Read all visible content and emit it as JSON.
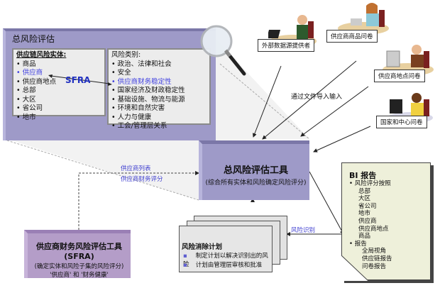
{
  "main_panel": {
    "title": "总风险评估",
    "entities": {
      "heading": "供应链风险实体:",
      "items": [
        "商品",
        "供应商",
        "供应商地点",
        "总部",
        "大区",
        "省公司",
        "地市"
      ],
      "highlighted_index": 1
    },
    "categories": {
      "heading": "风险类别:",
      "items": [
        "政治、法律和社会",
        "安全",
        "供应商财务稳定性",
        "国家经济及财政稳定性",
        "基础设施、物流与能源",
        "环境和自然灾害",
        "人力与健康",
        "工会/管理层关系"
      ],
      "highlighted_index": 2
    },
    "link_label": "SFRA"
  },
  "sources": [
    {
      "label": "外部数据源提供者",
      "icon": "person-at-desk-icon"
    },
    {
      "label": "供应商商品问卷",
      "icon": "person-at-desk-icon"
    },
    {
      "label": "供应商地点问卷",
      "icon": "person-at-desk-icon"
    },
    {
      "label": "国家和中心问卷",
      "icon": "person-at-desk-icon"
    }
  ],
  "import_label": "通过文件导入输入",
  "total_tool": {
    "title": "总风险评估工具",
    "subtitle": "(综合所有实体和风险确定风险评分)"
  },
  "sfra_edge": {
    "label1": "供应商列表",
    "label2": "供应商财务评分"
  },
  "sfra_tool": {
    "title": "供应商财务风险评估工具",
    "abbr": "(SFRA)",
    "desc": "(确定实体和风险子集的风险评分)",
    "scope": "'供应商'  和  '财务健康'"
  },
  "mitigation": {
    "title": "风险消除计划",
    "items": [
      "制定计划以解决识别出的风险",
      "计划由管理层审核和批准"
    ],
    "edge_label": "风险识别"
  },
  "bi_report": {
    "title": "BI 报告",
    "items": [
      {
        "text": "• 风险评分按照",
        "level": 0
      },
      {
        "text": "总部",
        "level": 1
      },
      {
        "text": "大区",
        "level": 1
      },
      {
        "text": "省公司",
        "level": 1
      },
      {
        "text": "地市",
        "level": 1
      },
      {
        "text": "供应商",
        "level": 1
      },
      {
        "text": "供应商地点",
        "level": 1
      },
      {
        "text": "商品",
        "level": 1
      },
      {
        "text": "• 报告",
        "level": 0
      },
      {
        "text": "全局视角",
        "level": 2
      },
      {
        "text": "供应链报告",
        "level": 2
      },
      {
        "text": "问卷报告",
        "level": 2
      }
    ]
  },
  "colors": {
    "panel": "#9e9ac8",
    "sfra_panel": "#b49dc8",
    "highlight_text": "#4040e0",
    "report_bg": "#eef0da"
  }
}
